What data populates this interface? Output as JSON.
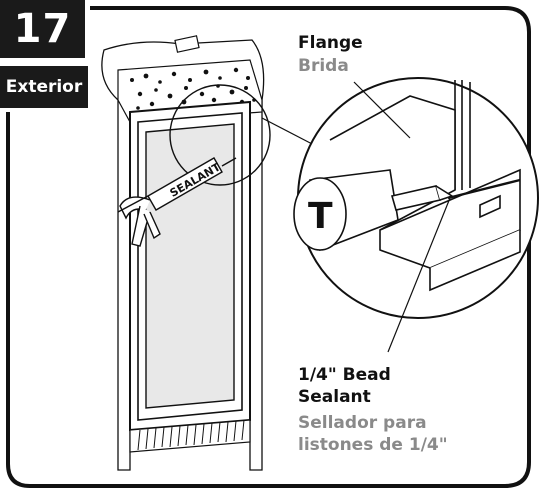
{
  "step": {
    "number": "17",
    "location": "Exterior"
  },
  "callouts": {
    "flange_en": "Flange",
    "flange_es": "Brida",
    "bead_en_line1": "1/4\" Bead",
    "bead_en_line2": "Sealant",
    "bead_es_line1": "Sellador para",
    "bead_es_line2": "listones de 1/4\""
  },
  "gun_label": "SEALANT",
  "colors": {
    "ink": "#111111",
    "badge_bg": "#1a1a1a",
    "secondary_text": "#8a8a8a",
    "glass": "#e8e8e8"
  }
}
